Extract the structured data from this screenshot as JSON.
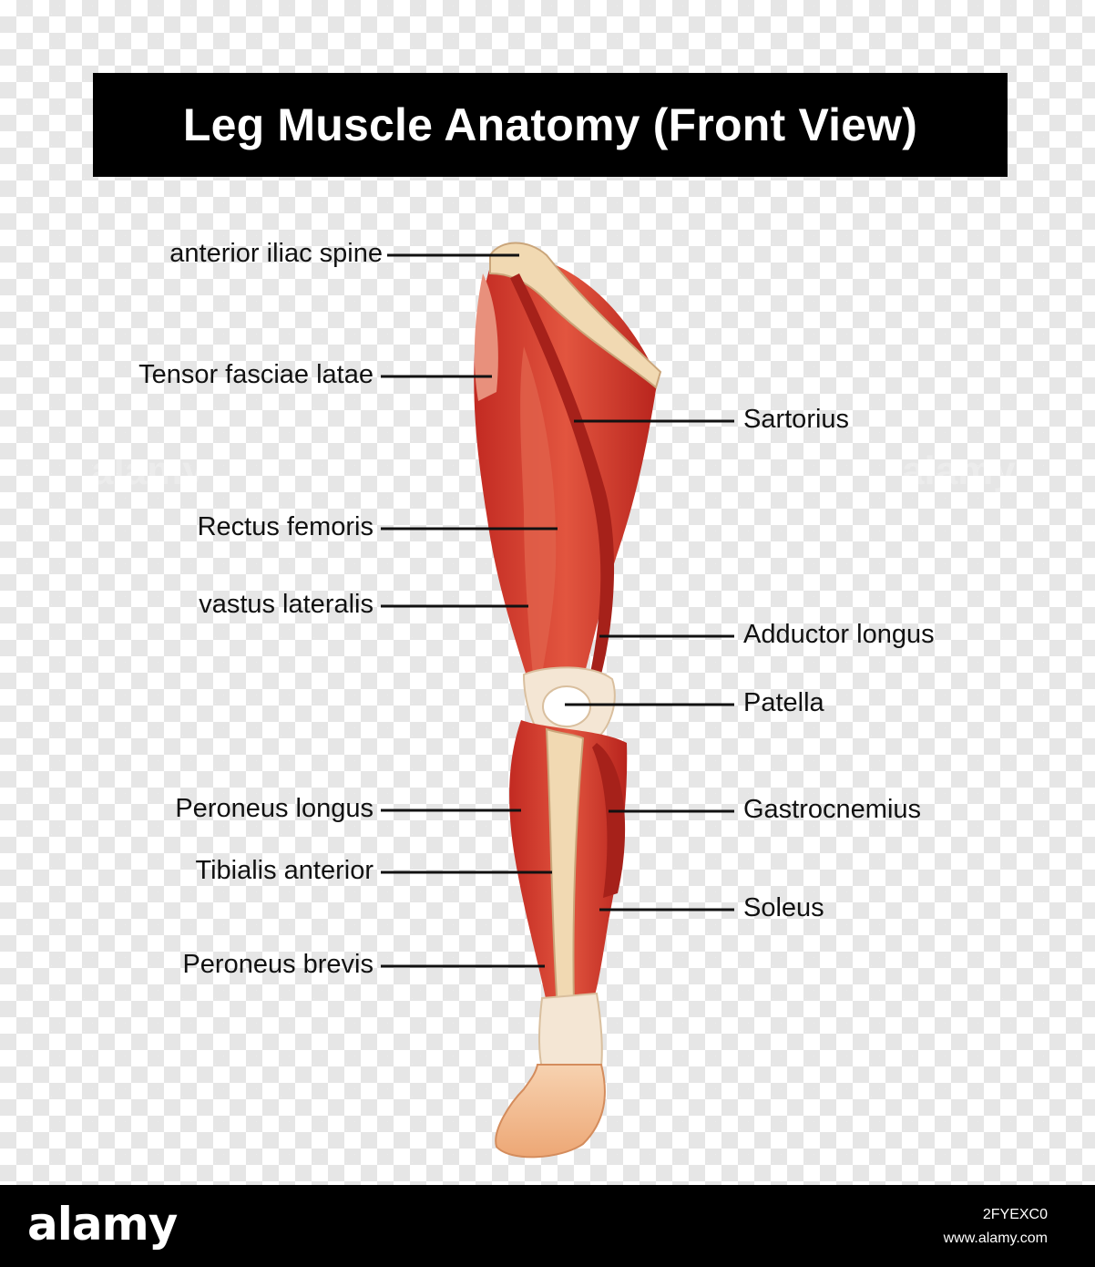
{
  "title": "Leg Muscle Anatomy (Front View)",
  "labels": {
    "anterior_iliac_spine": "anterior iliac spine",
    "tensor_fasciae_latae": "Tensor fasciae latae",
    "rectus_femoris": "Rectus femoris",
    "vastus_lateralis": "vastus lateralis",
    "peroneus_longus": "Peroneus longus",
    "tibialis_anterior": "Tibialis anterior",
    "peroneus_brevis": "Peroneus brevis",
    "sartorius": "Sartorius",
    "adductor_longus": "Adductor longus",
    "patella": "Patella",
    "gastrocnemius": "Gastrocnemius",
    "soleus": "Soleus"
  },
  "watermark": "alamy",
  "footer": {
    "brand": "alamy",
    "image_id": "2FYEXC0",
    "site": "www.alamy.com"
  },
  "colors": {
    "muscle": "#d2332b",
    "muscle_dark": "#9e1d18",
    "muscle_light": "#e8705a",
    "bone": "#f1d9b2",
    "tendon": "#f4e6d4",
    "skin": "#f2b98a"
  }
}
